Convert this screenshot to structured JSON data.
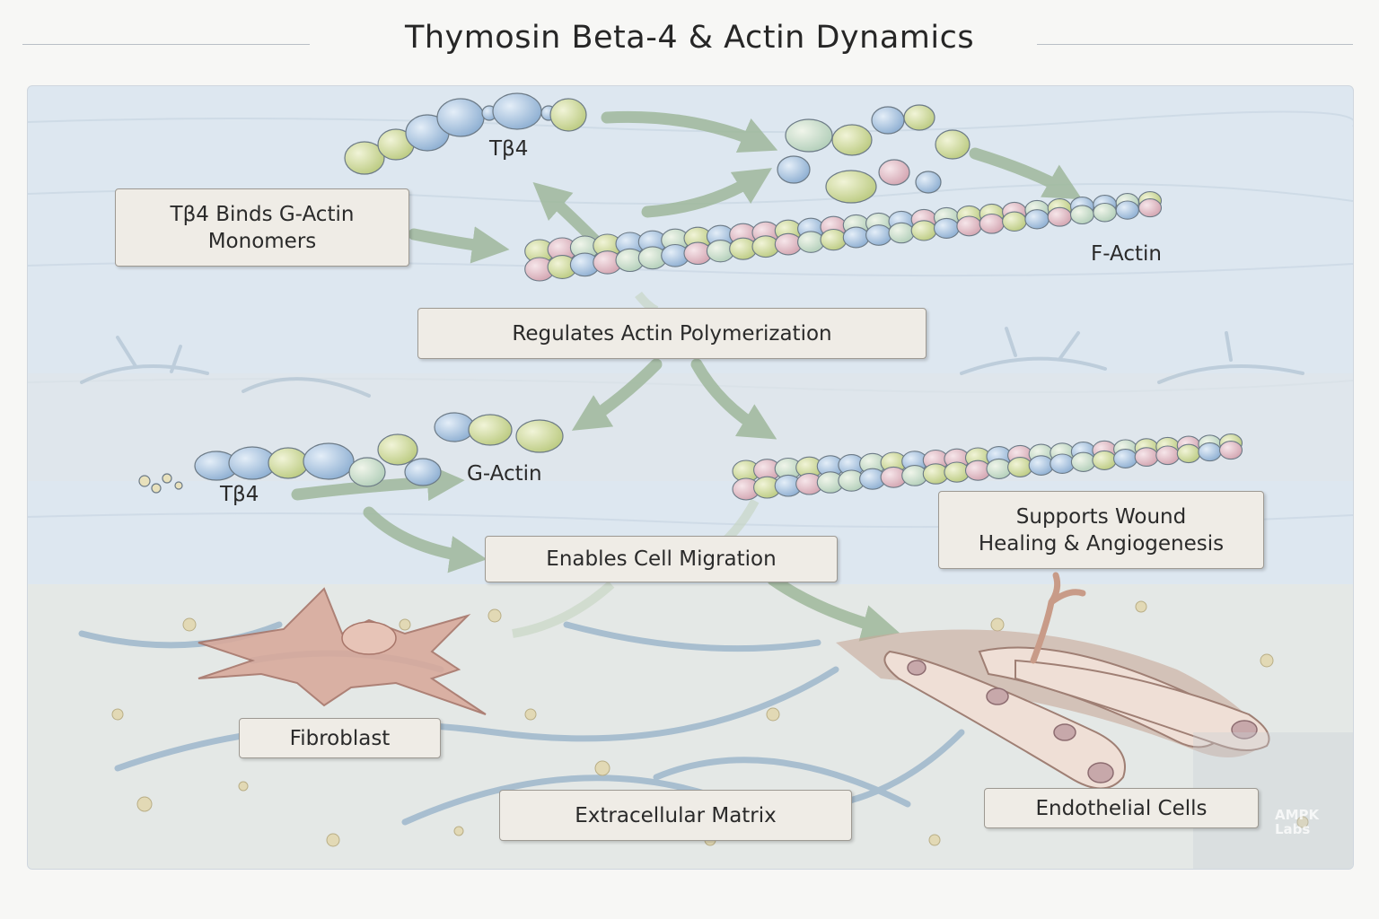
{
  "title": "Thymosin Beta-4 & Actin Dynamics",
  "labels": {
    "binds": "Tβ4 Binds G-Actin\nMonomers",
    "regulates": "Regulates Actin Polymerization",
    "migration": "Enables Cell Migration",
    "wound": "Supports Wound\nHealing & Angiogenesis",
    "fibroblast": "Fibroblast",
    "ecm": "Extracellular Matrix",
    "endothelial": "Endothelial Cells"
  },
  "plain_labels": {
    "tb4_top": "Tβ4",
    "factin": "F-Actin",
    "tb4_mid": "Tβ4",
    "gactin": "G-Actin"
  },
  "watermark": {
    "line1": "AMPK",
    "line2": "Labs"
  },
  "colors": {
    "bead_blue": "#a9c4e0",
    "bead_green": "#cfdca0",
    "bead_pink": "#e3bfc8",
    "arrow": "#9fb89c",
    "cell": "#dcaea3",
    "fiber": "#8fadc6"
  }
}
